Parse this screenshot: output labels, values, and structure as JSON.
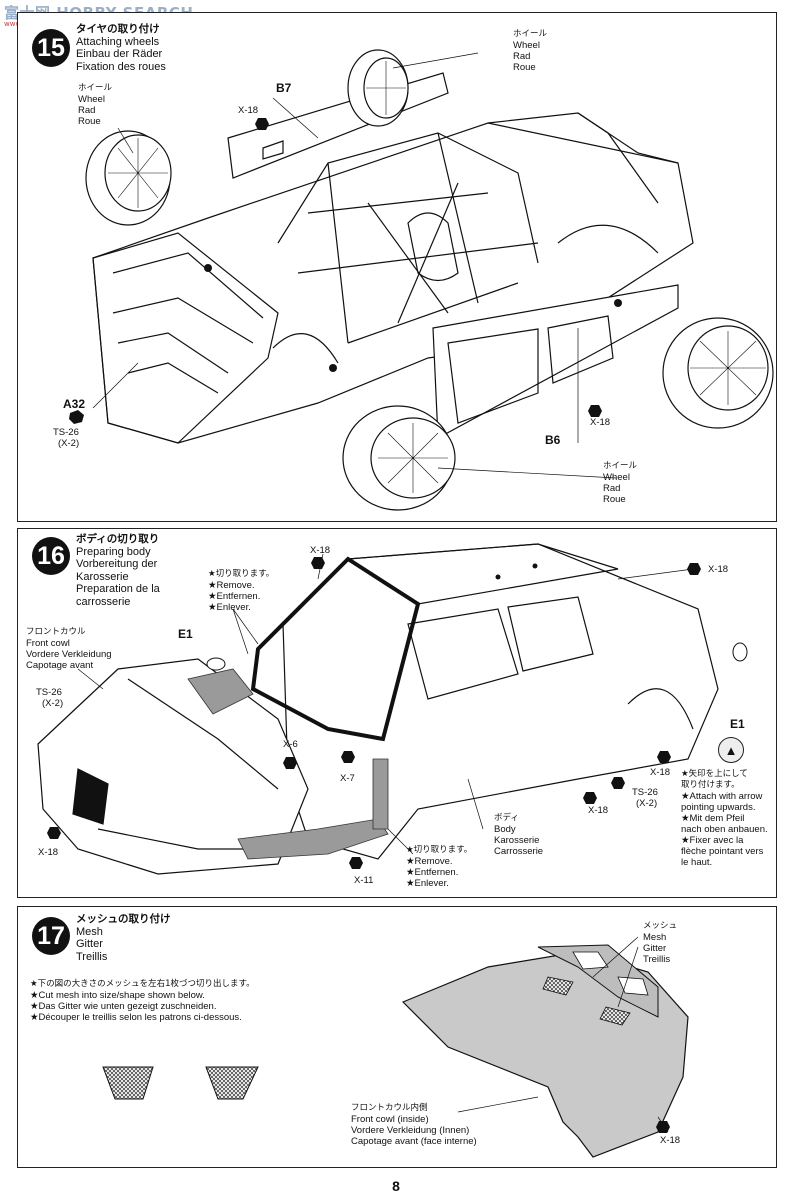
{
  "watermark": {
    "text": "富士网 HOBBY SEARCH",
    "sub": "www.2000.net"
  },
  "page_number": "8",
  "step15": {
    "number": "15",
    "title_jp": "タイヤの取り付け",
    "title_en": "Attaching wheels",
    "title_de": "Einbau der Räder",
    "title_fr": "Fixation des roues",
    "wheel_label": {
      "jp": "ホイール",
      "en": "Wheel",
      "de": "Rad",
      "fr": "Roue"
    },
    "parts": {
      "b7": "B7",
      "b6": "B6",
      "a32": "A32"
    },
    "screw": "X-18",
    "paint": "TS-26",
    "paint_x": "(X-2)"
  },
  "step16": {
    "number": "16",
    "title_jp": "ボディの切り取り",
    "title_en": "Preparing body",
    "title_de": "Vorbereitung der",
    "title_de2": "Karosserie",
    "title_fr": "Preparation de la",
    "title_fr2": "carrosserie",
    "remove": {
      "jp": "★切り取ります。",
      "en": "★Remove.",
      "de": "★Entfernen.",
      "fr": "★Enlever."
    },
    "front_cowl": {
      "jp": "フロントカウル",
      "en": "Front cowl",
      "de": "Vordere Verkleidung",
      "fr": "Capotage avant"
    },
    "body": {
      "jp": "ボディ",
      "en": "Body",
      "de": "Karosserie",
      "fr": "Carrosserie"
    },
    "e1": "E1",
    "ts26": "TS-26",
    "x2": "(X-2)",
    "x6": "X-6",
    "x7": "X-7",
    "x11": "X-11",
    "x18": "X-18",
    "arrow_note": {
      "jp1": "★矢印を上にして",
      "jp2": "取り付けます。",
      "en1": "★Attach with arrow",
      "en2": "pointing upwards.",
      "de1": "★Mit dem Pfeil",
      "de2": "nach oben anbauen.",
      "fr1": "★Fixer avec la",
      "fr2": "flèche pointant vers",
      "fr3": "le haut."
    }
  },
  "step17": {
    "number": "17",
    "title_jp": "メッシュの取り付け",
    "title_en": "Mesh",
    "title_de": "Gitter",
    "title_fr": "Treillis",
    "instr_jp": "★下の図の大きさのメッシュを左右1枚づつ切り出します。",
    "instr_en": "★Cut mesh into size/shape shown below.",
    "instr_de": "★Das Gitter wie unten gezeigt zuschneiden.",
    "instr_fr": "★Découper le treillis selon les patrons ci-dessous.",
    "mesh_label": {
      "jp": "メッシュ",
      "en": "Mesh",
      "de": "Gitter",
      "fr": "Treillis"
    },
    "cowl_inside": {
      "jp": "フロントカウル内側",
      "en": "Front cowl (inside)",
      "de": "Vordere Verkleidung (Innen)",
      "fr": "Capotage avant (face interne)"
    },
    "screw": "X-18"
  }
}
